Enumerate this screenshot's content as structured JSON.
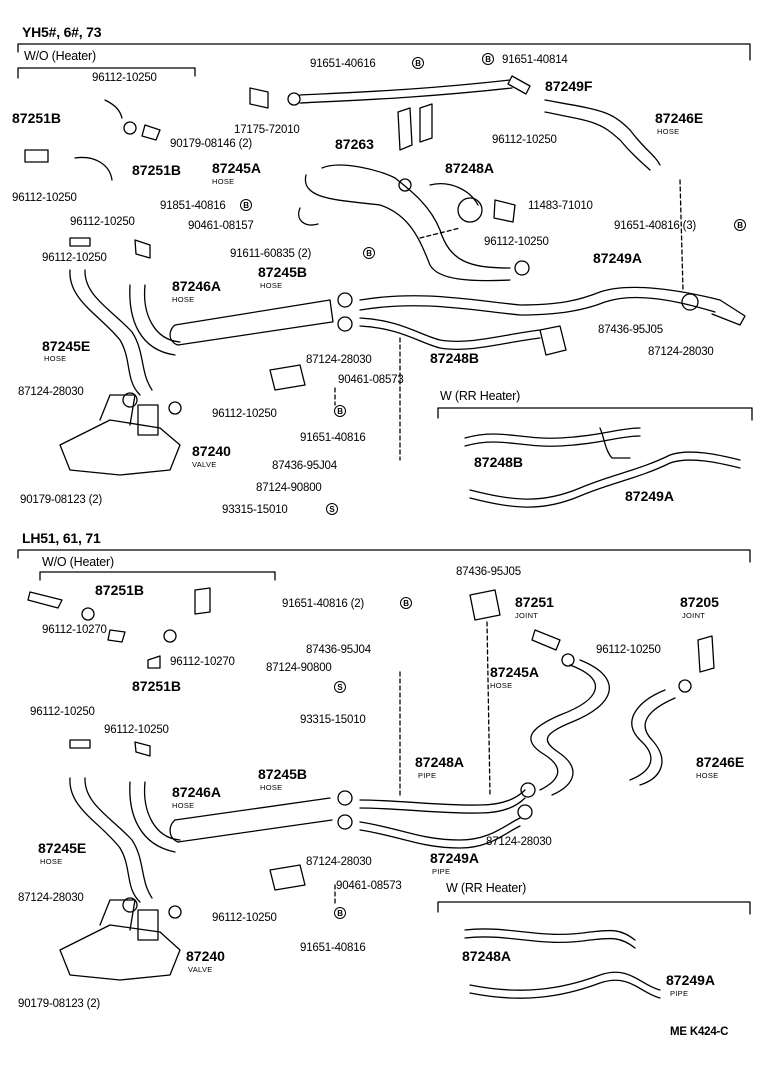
{
  "top": {
    "model": "YH5#, 6#, 73",
    "wo_heater": "W/O (Heater)",
    "rr_heater": "W (RR Heater)",
    "parts": {
      "p1": "96112-10250",
      "p2": "87251B",
      "p3": "87251B",
      "p4": "96112-10250",
      "p5": "17175-72010",
      "p6": "90179-08146 (2)",
      "p7": "91651-40616",
      "p8": "91651-40814",
      "p9": "87249F",
      "p10": "87263",
      "p11": "96112-10250",
      "p12": "87246E",
      "p13": "87245A",
      "p14": "87248A",
      "p15": "91851-40816",
      "p16": "90461-08157",
      "p17": "11483-71010",
      "p18": "91651-40816 (3)",
      "p19": "96112-10250",
      "p20": "91611-60835 (2)",
      "p21": "96112-10250",
      "p22": "96112-10250",
      "p23": "87249A",
      "p24": "87246A",
      "p25": "87245B",
      "p26": "87436-95J05",
      "p27": "87245E",
      "p28": "87124-28030",
      "p29": "87248B",
      "p30": "87124-28030",
      "p31": "90461-08573",
      "p32": "87124-28030",
      "p33": "96112-10250",
      "p34": "91651-40816",
      "p35": "87240",
      "p36": "87436-95J04",
      "p37": "87124-90800",
      "p38": "93315-15010",
      "p39": "90179-08123 (2)",
      "p40": "87248B",
      "p41": "87249A"
    }
  },
  "bottom": {
    "model": "LH51, 61, 71",
    "wo_heater": "W/O (Heater)",
    "rr_heater": "W (RR Heater)",
    "parts": {
      "q1": "87251B",
      "q2": "96112-10270",
      "q3": "96112-10270",
      "q4": "87251B",
      "q5": "91651-40816 (2)",
      "q6": "87436-95J05",
      "q7": "87251",
      "q8": "87205",
      "q9": "87436-95J04",
      "q10": "87124-90800",
      "q11": "96112-10250",
      "q12": "93315-15010",
      "q13": "87245A",
      "q14": "96112-10250",
      "q15": "96112-10250",
      "q16": "87246A",
      "q17": "87245B",
      "q18": "87248A",
      "q19": "87246E",
      "q20": "87245E",
      "q21": "87124-28030",
      "q22": "87124-28030",
      "q23": "87249A",
      "q24": "87124-28030",
      "q25": "96112-10250",
      "q26": "90461-08573",
      "q27": "91651-40816",
      "q28": "87240",
      "q29": "90179-08123 (2)",
      "q30": "87248A",
      "q31": "87249A"
    }
  },
  "words": {
    "hose": "HOSE",
    "valve": "VALVE",
    "pipe": "PIPE",
    "joint": "JOINT",
    "b": "B",
    "s": "S"
  },
  "code": "ME  K424-C"
}
